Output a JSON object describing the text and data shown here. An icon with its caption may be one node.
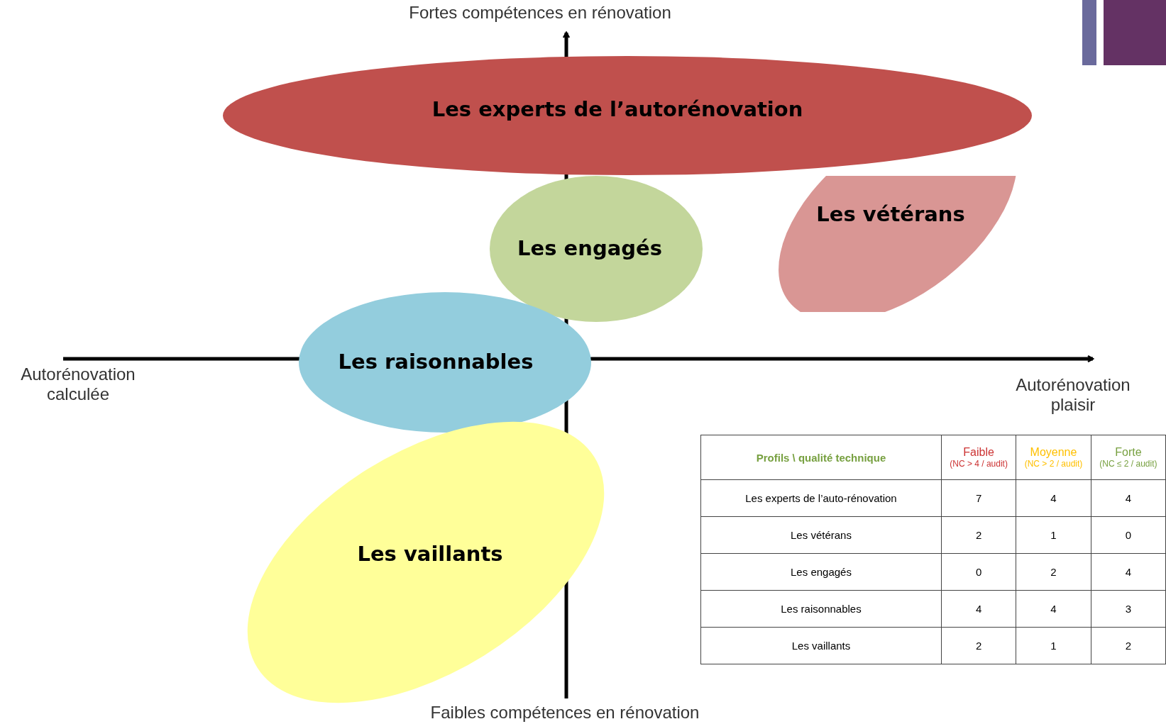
{
  "diagram": {
    "nodes": [
      {
        "text": [
          "Les experts de l’autorénovation"
        ]
      },
      {
        "text": [
          "Les vétérans"
        ]
      },
      {
        "text": [
          "Les engagés"
        ]
      },
      {
        "text": [
          "Les raisonnables"
        ]
      },
      {
        "text": [
          "Les vaillants"
        ]
      }
    ],
    "labels": [
      "Fortes compétences en rénovation",
      "Autorénovation calculée",
      "Autorénovation plaisir",
      "Faibles compétences en rénovation",
      "Profils \\ qualité technique",
      "Faible",
      "(NC > 4 / audit)",
      "Moyenne",
      "(NC > 2 / audit)",
      "Forte",
      "(NC ≤ 2 / audit)",
      "Les experts de l’auto-rénovation",
      "7",
      "4",
      "4",
      "Les vétérans",
      "2",
      "1",
      "0",
      "Les engagés",
      "0",
      "2",
      "4",
      "Les raisonnables",
      "4",
      "4",
      "3",
      "Les vaillants",
      "2",
      "1",
      "2"
    ]
  }
}
